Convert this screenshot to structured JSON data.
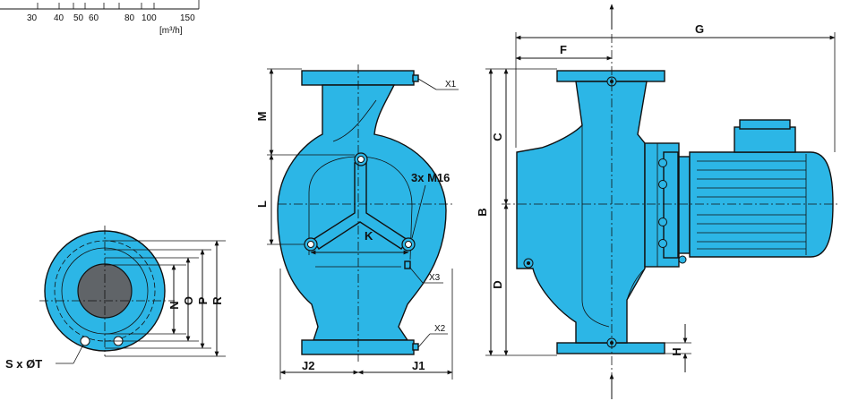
{
  "axis_fragment": {
    "ticks": [
      "30",
      "40",
      "50",
      "60",
      "80",
      "100",
      "150"
    ],
    "unit": "[m³/h]"
  },
  "flange_view": {
    "dims": [
      "N",
      "O",
      "P",
      "R"
    ],
    "holes_label": "S x ØT"
  },
  "side_view": {
    "dims": {
      "m": "M",
      "l": "L",
      "k": "K",
      "j2": "J2",
      "j1": "J1"
    },
    "bolt_label": "3x M16",
    "ports": {
      "x1": "X1",
      "x2": "X2",
      "x3": "X3"
    }
  },
  "front_view": {
    "dims": {
      "g": "G",
      "f": "F",
      "c": "C",
      "b": "B",
      "d": "D",
      "h": "H"
    }
  },
  "colors": {
    "pump_body": "#2cb6e6",
    "impeller_core": "#606468",
    "outline": "#111111"
  }
}
